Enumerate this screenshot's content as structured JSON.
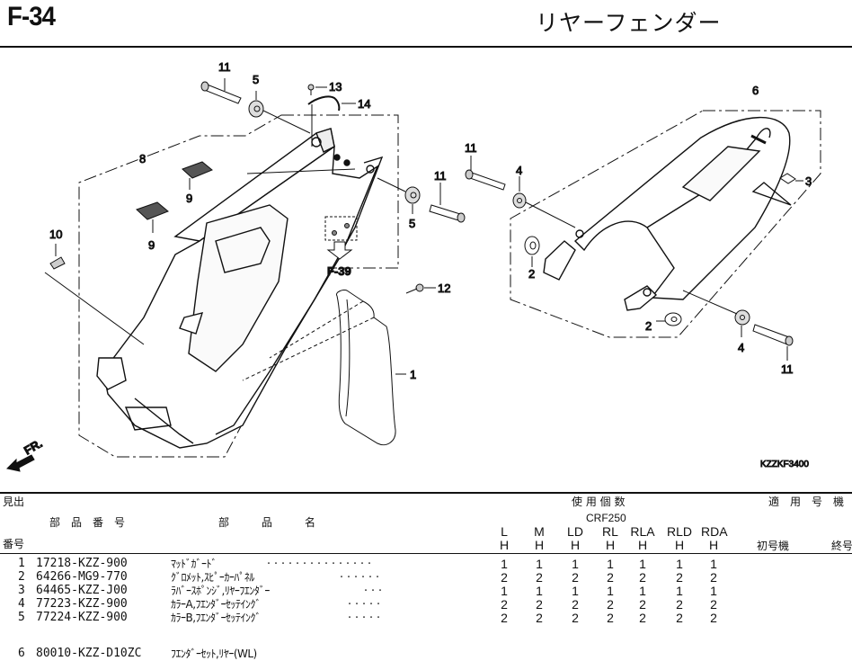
{
  "page": {
    "code": "F-34",
    "title": "リヤーフェンダー"
  },
  "diagram": {
    "callouts": [
      "1",
      "2",
      "2",
      "3",
      "4",
      "4",
      "5",
      "5",
      "6",
      "8",
      "9",
      "9",
      "10",
      "11",
      "11",
      "11",
      "11",
      "12",
      "13",
      "14"
    ],
    "reference": "F-39",
    "front_marker": "FR.",
    "drawing_code": "KZZKF3400"
  },
  "table": {
    "header": {
      "ref_top": "見出",
      "ref_bottom": "番号",
      "part_number": "部　品　番　号",
      "part_name": "部　　　品　　　名",
      "qty_title": "使 用 個 数",
      "model": "CRF250",
      "variants": [
        {
          "top": "L",
          "bottom": "H"
        },
        {
          "top": "M",
          "bottom": "H"
        },
        {
          "top": "LD",
          "bottom": "H"
        },
        {
          "top": "RL",
          "bottom": "H"
        },
        {
          "top": "RLA",
          "bottom": "H"
        },
        {
          "top": "RLD",
          "bottom": "H"
        },
        {
          "top": "RDA",
          "bottom": "H"
        }
      ],
      "applicability": "適　用　号　機",
      "first_serial": "初号機",
      "last_serial": "終号機"
    },
    "rows": [
      {
        "ref": "1",
        "part_no": "17218-KZZ-900",
        "name": "ﾏｯﾄﾞｶﾞｰﾄﾞ",
        "dots": "・・・・・・・・・・・・・・・",
        "qty": [
          "1",
          "1",
          "1",
          "1",
          "1",
          "1",
          "1"
        ]
      },
      {
        "ref": "2",
        "part_no": "64266-MG9-770",
        "name": "ｸﾞﾛﾒｯﾄ,ｽﾋﾟｰｶｰﾊﾟﾈﾙ",
        "dots": "・・・・・・",
        "qty": [
          "2",
          "2",
          "2",
          "2",
          "2",
          "2",
          "2"
        ]
      },
      {
        "ref": "3",
        "part_no": "64465-KZZ-J00",
        "name": "ﾗﾊﾞｰｽﾎﾟﾝｼﾞ,ﾘﾔｰﾌｴﾝﾀﾞｰ",
        "dots": "・・・",
        "qty": [
          "1",
          "1",
          "1",
          "1",
          "1",
          "1",
          "1"
        ]
      },
      {
        "ref": "4",
        "part_no": "77223-KZZ-900",
        "name": "ｶﾗｰA,ﾌｴﾝﾀﾞｰｾｯﾃｲﾝｸﾞ",
        "dots": "・・・・・",
        "qty": [
          "2",
          "2",
          "2",
          "2",
          "2",
          "2",
          "2"
        ]
      },
      {
        "ref": "5",
        "part_no": "77224-KZZ-900",
        "name": "ｶﾗｰB,ﾌｴﾝﾀﾞｰｾｯﾃｲﾝｸﾞ",
        "dots": "・・・・・",
        "qty": [
          "2",
          "2",
          "2",
          "2",
          "2",
          "2",
          "2"
        ]
      },
      {
        "ref": "6",
        "part_no": "80010-KZZ-D10ZC",
        "name": "ﾌｴﾝﾀﾞｰｾｯﾄ,ﾘﾔｰ(WL)",
        "dots": "",
        "qty": []
      }
    ]
  }
}
